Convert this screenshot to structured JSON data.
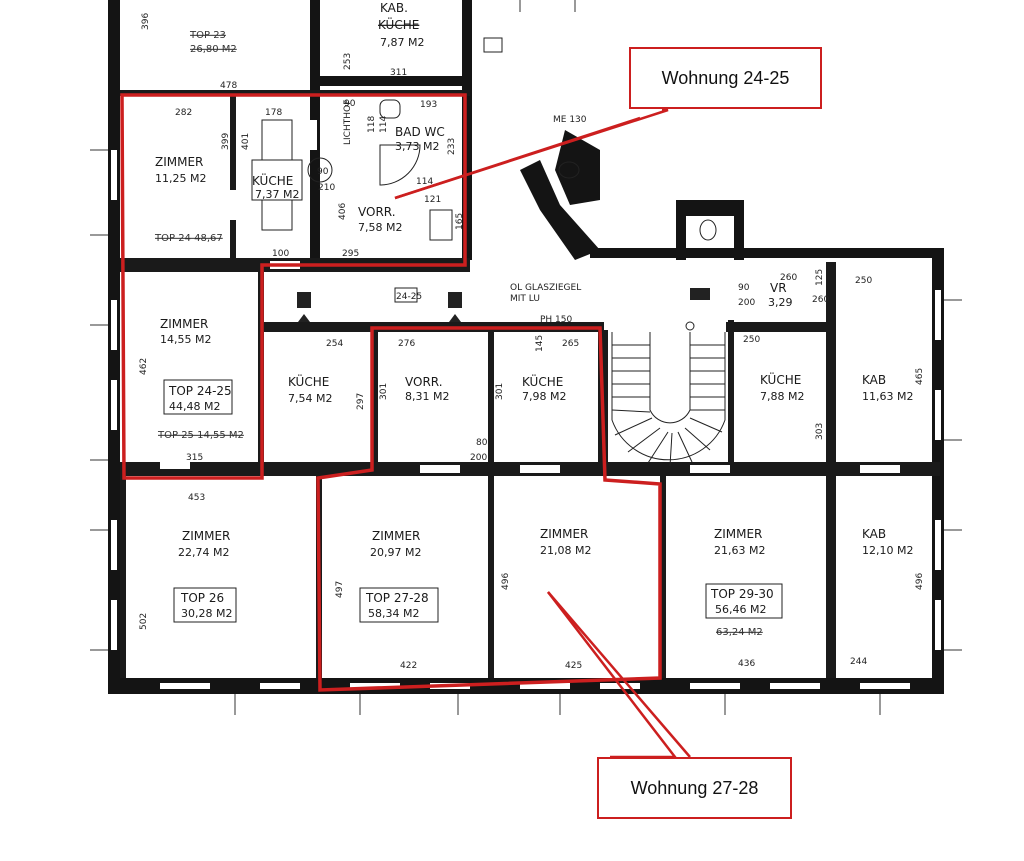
{
  "rooms": {
    "top23": "TOP 23",
    "top23_area": "26,80 M2",
    "kab_top": "KAB.",
    "kueche_top_strike": "KÜCHE",
    "kueche_top_area": "7,87 M2",
    "zimmer_a_name": "ZIMMER",
    "zimmer_a_area": "11,25 M2",
    "kueche_a_name": "KÜCHE",
    "kueche_a_area": "7,37 M2",
    "bad_wc": "BAD WC",
    "bad_area": "3,73 M2",
    "vorr_a_name": "VORR.",
    "vorr_a_area": "7,58 M2",
    "lichthof": "LICHTHOF",
    "top2448": "TOP 24 48,67",
    "zimmer_b_name": "ZIMMER",
    "zimmer_b_area": "14,55 M2",
    "top2425_label": "TOP 24-25",
    "top2425_area": "44,48 M2",
    "top25": "TOP 25 14,55 M2",
    "kueche_b_name": "KÜCHE",
    "kueche_b_area": "7,54 M2",
    "vorr_b_name": "VORR.",
    "vorr_b_area": "8,31 M2",
    "kueche_c_name": "KÜCHE",
    "kueche_c_area": "7,98 M2",
    "kueche_d_name": "KÜCHE",
    "kueche_d_area": "7,88 M2",
    "kab_e_name": "KAB",
    "kab_e_area": "11,63 M2",
    "vr_name": "VR",
    "vr_area": "3,29",
    "zimmer_c_name": "ZIMMER",
    "zimmer_c_area": "22,74 M2",
    "top26_label": "TOP 26",
    "top26_area": "30,28 M2",
    "zimmer_d_name": "ZIMMER",
    "zimmer_d_area": "20,97 M2",
    "top2728_label": "TOP 27-28",
    "top2728_area": "58,34 M2",
    "zimmer_e_name": "ZIMMER",
    "zimmer_e_area": "21,08 M2",
    "zimmer_f_name": "ZIMMER",
    "zimmer_f_area": "21,63 M2",
    "top2930_label": "TOP 29-30",
    "top2930_area": "56,46 M2",
    "top2930_strike": "63,24 M2",
    "kab_f_name": "KAB",
    "kab_f_area": "12,10 M2"
  },
  "notes": {
    "glasziegel_1": "OL GLASZIEGEL",
    "glasziegel_2": "MIT LU",
    "ph": "PH 150",
    "me": "ME 130",
    "tag2425": "24-25"
  },
  "dims": {
    "d396": "396",
    "d253": "253",
    "d311": "311",
    "d478": "478",
    "d282": "282",
    "d178": "178",
    "d399": "399",
    "d401": "401",
    "d90a": "90",
    "d193": "193",
    "d118": "118",
    "d114a": "114",
    "d233": "233",
    "d90b": "90",
    "d210": "210",
    "d114b": "114",
    "d121": "121",
    "d406": "406",
    "d165": "165",
    "d100": "100",
    "d295": "295",
    "d254": "254",
    "d276": "276",
    "d145": "145",
    "d265": "265",
    "d462": "462",
    "d297": "297",
    "d301a": "301",
    "d301b": "301",
    "d80": "80",
    "d200a": "200",
    "d315": "315",
    "d453": "453",
    "d502": "502",
    "d497": "497",
    "d496a": "496",
    "d422": "422",
    "d425": "425",
    "d436": "436",
    "d244": "244",
    "d496b": "496",
    "d250a": "250",
    "d260a": "260",
    "d125": "125",
    "d90c": "90",
    "d200b": "200",
    "d260b": "260",
    "d250b": "250",
    "d465": "465",
    "d303": "303"
  },
  "callouts": {
    "wohnung_2425": "Wohnung 24-25",
    "wohnung_2728": "Wohnung 27-28"
  },
  "colors": {
    "highlight": "#cc1f1f",
    "wall": "#111111",
    "paper": "#ffffff"
  }
}
